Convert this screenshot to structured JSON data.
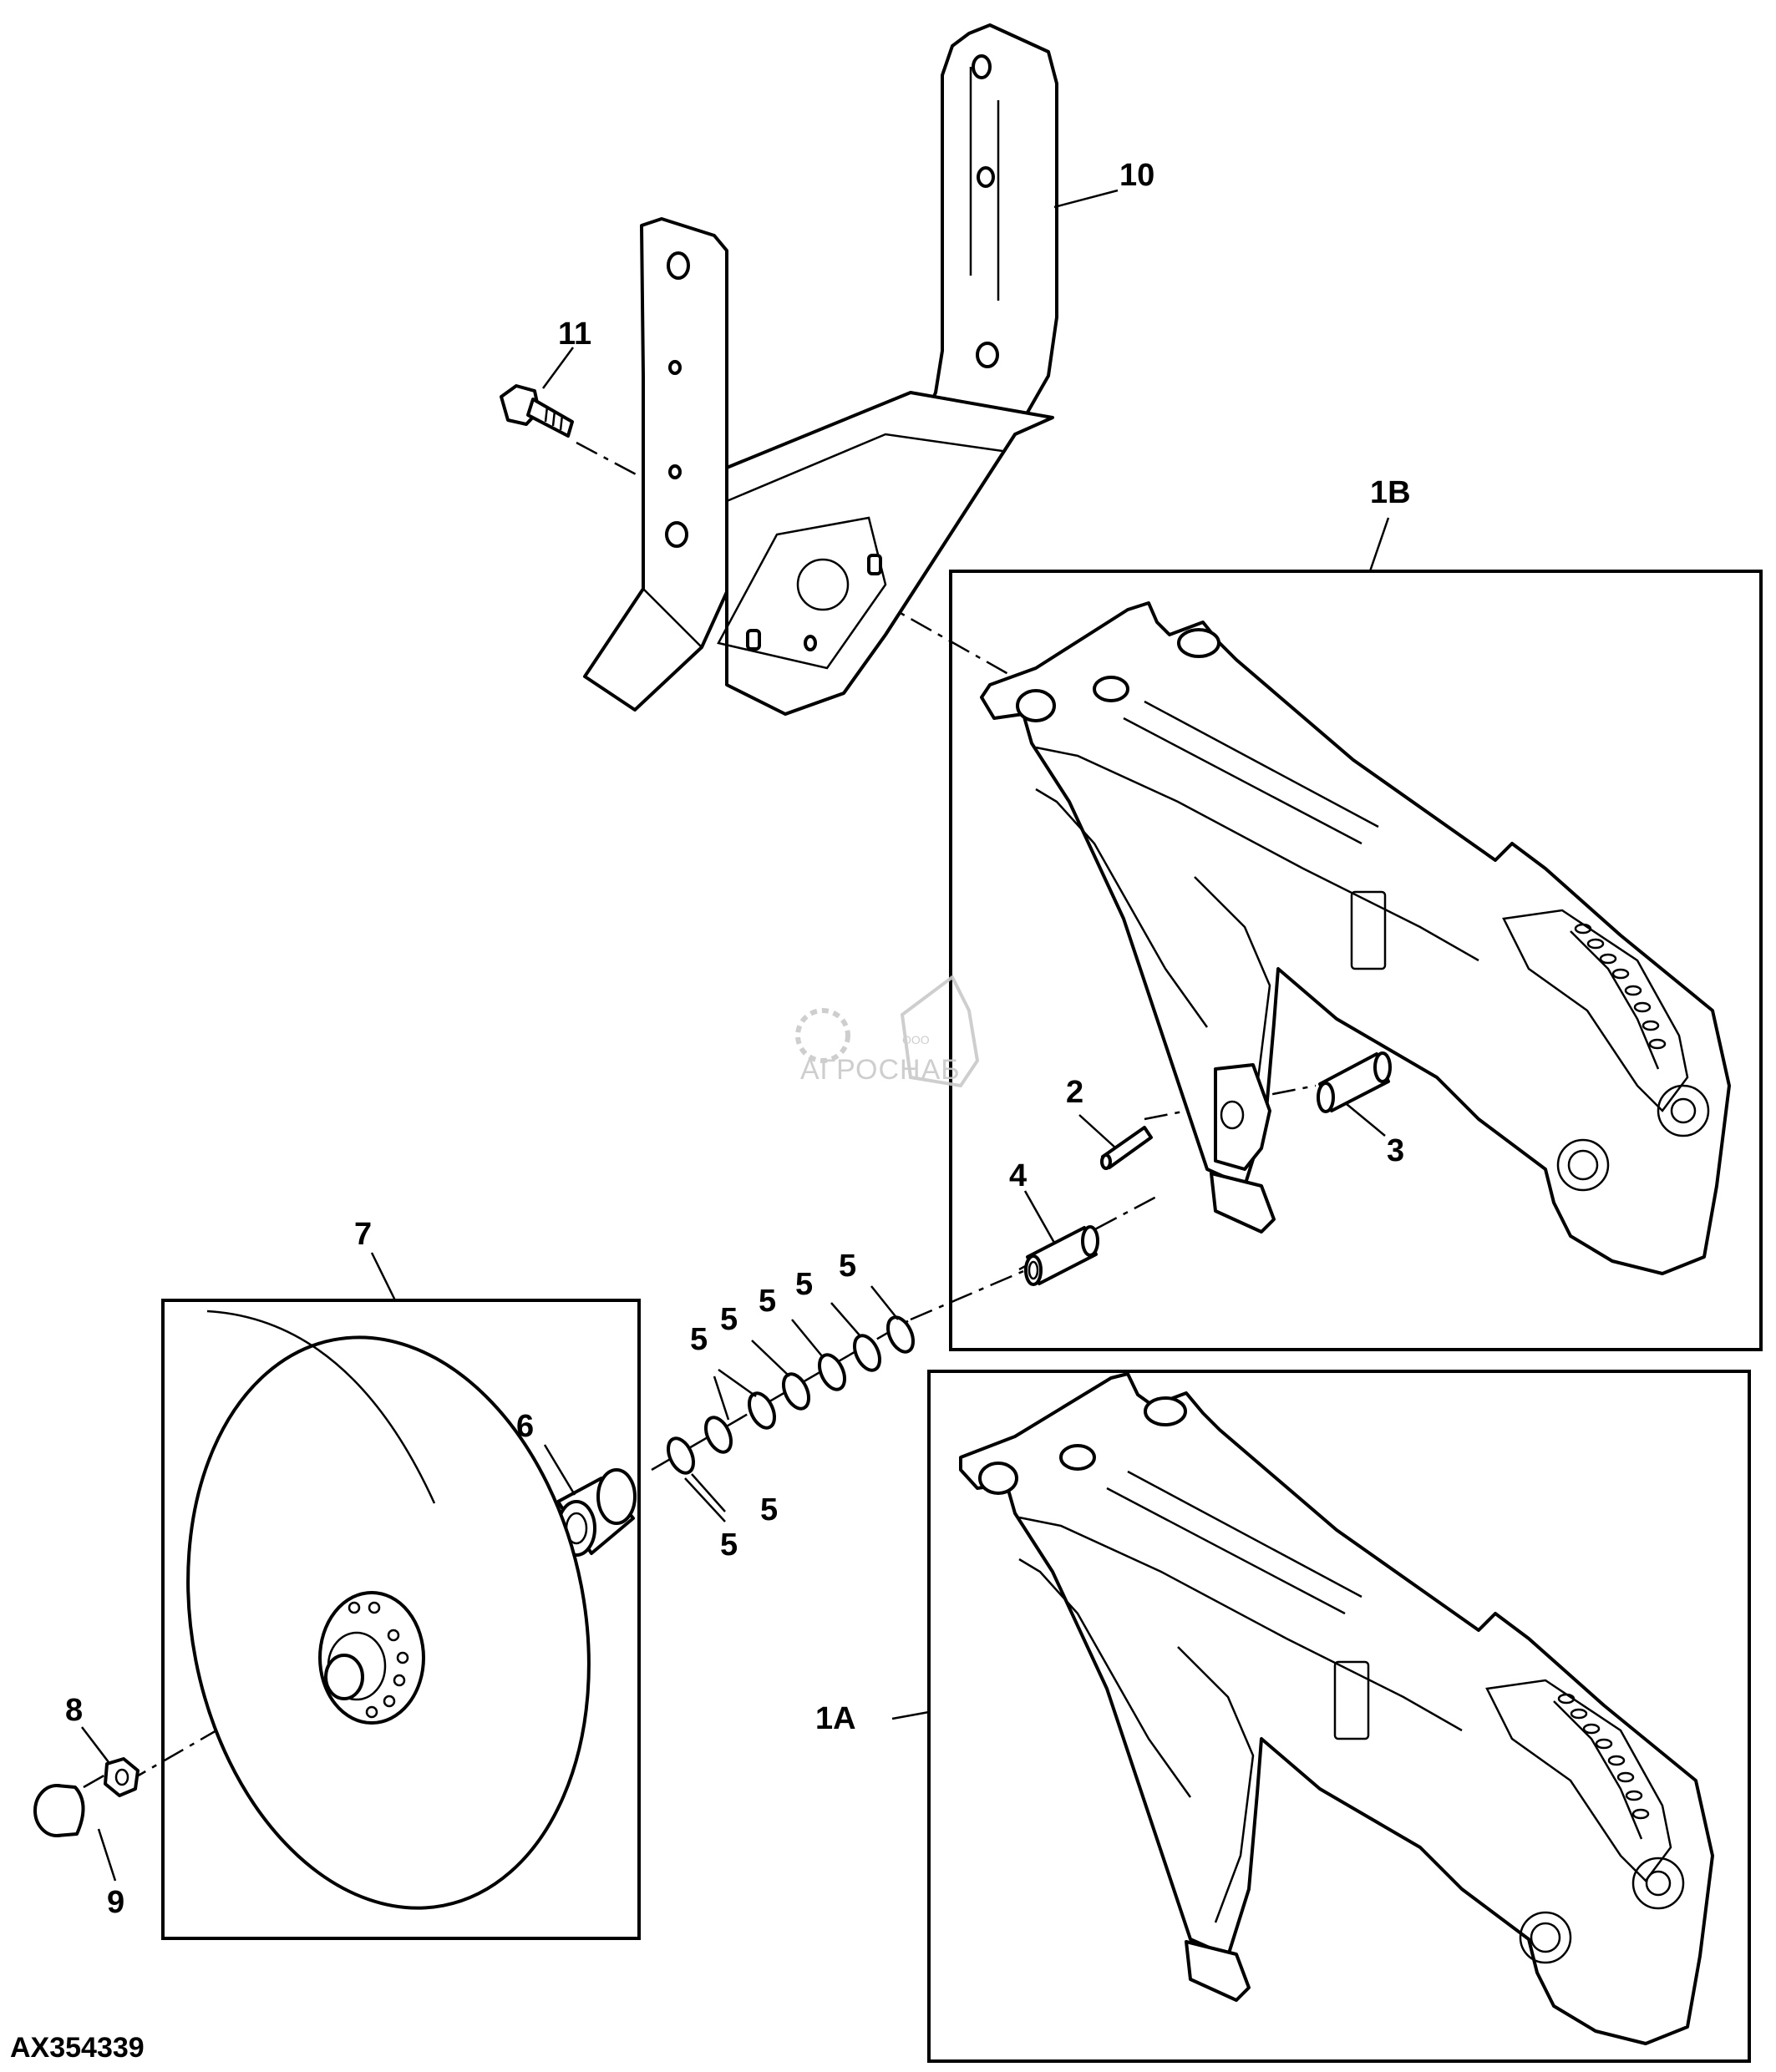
{
  "figure_id": "AX354339",
  "watermark": {
    "company_prefix": "ООО",
    "company_name": "АГРОСНАБ"
  },
  "callouts": {
    "c1A": "1A",
    "c1B": "1B",
    "c2": "2",
    "c3": "3",
    "c4": "4",
    "c5": "5",
    "c6": "6",
    "c7": "7",
    "c8": "8",
    "c9": "9",
    "c10": "10",
    "c11": "11"
  }
}
